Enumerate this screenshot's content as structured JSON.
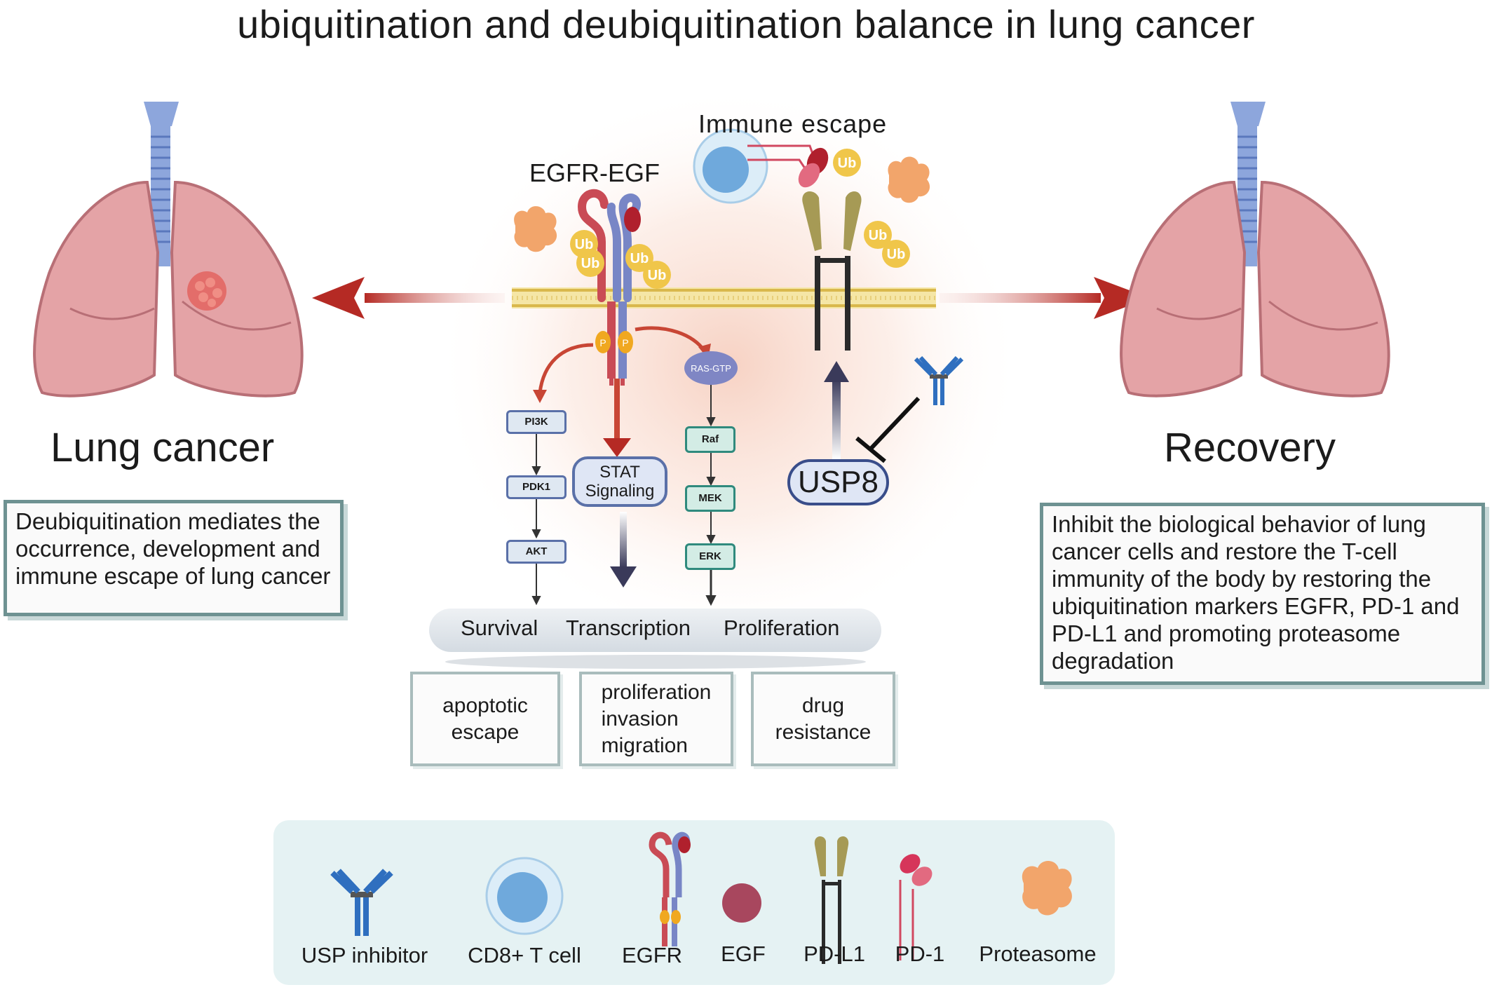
{
  "title": "ubiquitination and deubiquitination balance in lung cancer",
  "left": {
    "label": "Lung cancer",
    "note": "Deubiquitination mediates the occurrence, development and immune escape of lung cancer"
  },
  "right": {
    "label": "Recovery",
    "note": "Inhibit the biological behavior of lung cancer cells and restore the T-cell immunity of the body by restoring the ubiquitination markers EGFR, PD-1 and PD-L1 and promoting proteasome degradation"
  },
  "center": {
    "egfr_label": "EGFR-EGF",
    "immune_label": "Immune escape",
    "ub": "Ub",
    "phospho": "P",
    "stat_line1": "STAT",
    "stat_line2": "Signaling",
    "usp8": "USP8",
    "pathway_left": [
      "PI3K",
      "PDK1",
      "AKT"
    ],
    "pathway_right": [
      "RAS-GTP",
      "Raf",
      "MEK",
      "ERK"
    ]
  },
  "outputs_bar": [
    "Survival",
    "Transcription",
    "Proliferation"
  ],
  "outcomes": [
    [
      "apoptotic",
      "escape"
    ],
    [
      "proliferation",
      "invasion",
      "migration"
    ],
    [
      "drug",
      "resistance"
    ]
  ],
  "legend": [
    "USP inhibitor",
    "CD8+ T cell",
    "EGFR",
    "EGF",
    "PD-L1",
    "PD-1",
    "Proteasome"
  ],
  "colors": {
    "lung": "#e4a3a6",
    "trachea": "#8da6dc",
    "arrow_red": "#b52a24",
    "membrane": "#efd77a",
    "ub": "#f0c64a",
    "proteasome": "#f2a56b",
    "pd1": "#d9506a",
    "pdl1": "#a69a55",
    "tcell": "#8fc3ea",
    "usp8_fill": "#dfe6f5"
  }
}
